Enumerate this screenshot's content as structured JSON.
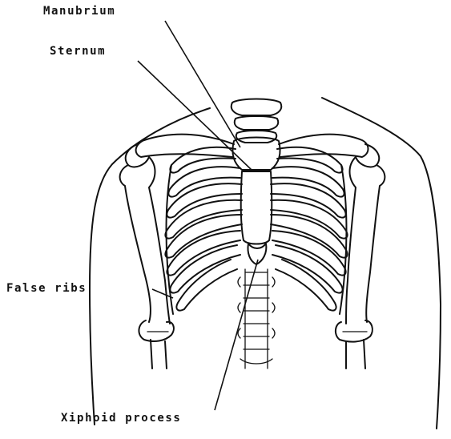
{
  "labels": {
    "manubrium": "Manubrium",
    "sternum": "Sternum",
    "false_ribs": "False ribs",
    "xiphoid": "Xiphoid process"
  },
  "colors": {
    "ink": "#111111",
    "paper": "#ffffff"
  }
}
